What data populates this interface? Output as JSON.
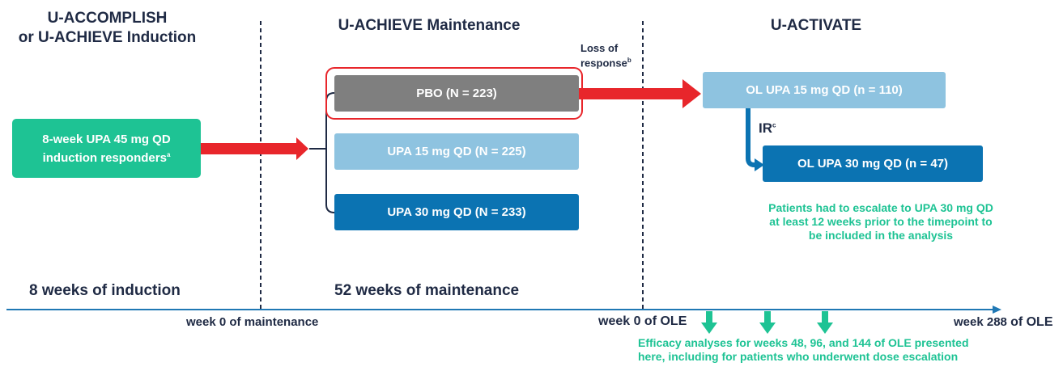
{
  "phases": {
    "induction_title_line1": "U-ACCOMPLISH",
    "induction_title_line2": "or U-ACHIEVE Induction",
    "maintenance_title": "U-ACHIEVE Maintenance",
    "activate_title": "U-ACTIVATE"
  },
  "boxes": {
    "induction_line1": "8-week UPA 45 mg QD",
    "induction_line2": "induction responders",
    "induction_sup": "a",
    "pbo": "PBO (N = 223)",
    "upa15": "UPA 15 mg QD (N = 225)",
    "upa30": "UPA 30 mg QD (N = 233)",
    "ol15": "OL UPA 15 mg QD (n = 110)",
    "ol30": "OL UPA 30 mg QD (n = 47)"
  },
  "annotations": {
    "loss_line1": "Loss of",
    "loss_line2": "response",
    "loss_sup": "b",
    "ir": "IR",
    "ir_sup": "c",
    "escalation_note_line1": "Patients had to escalate to UPA 30 mg QD",
    "escalation_note_line2": "at least 12 weeks prior to the timepoint to",
    "escalation_note_line3": "be included in the analysis",
    "efficacy_note_line1": "Efficacy analyses for weeks 48, 96, and 144 of OLE presented",
    "efficacy_note_line2": "here, including for patients who underwent dose escalation"
  },
  "durations": {
    "induction": "8 weeks of induction",
    "maintenance": "52 weeks of maintenance"
  },
  "timeline": {
    "week0_maintenance": "week 0 of maintenance",
    "week0_ole": "week 0 of OLE",
    "week288": "week 288",
    "of_ole": "of OLE"
  },
  "colors": {
    "green": "#1ec394",
    "red_arrow": "#e8262b",
    "pbo_gray": "#7f7f7f",
    "light_blue": "#8ec3e0",
    "dark_blue": "#0b73b2",
    "axis_blue": "#1f78b4",
    "note_green": "#1ec394"
  }
}
